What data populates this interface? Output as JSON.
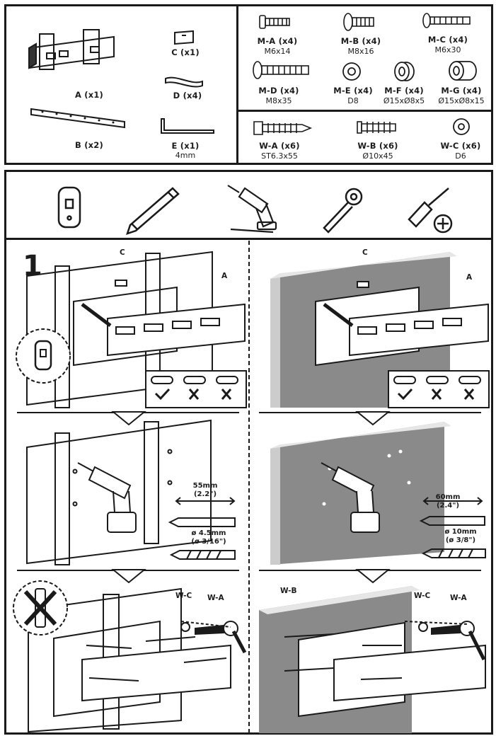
{
  "parts_left": [
    {
      "code": "A (x1)",
      "spec": ""
    },
    {
      "code": "C (x1)",
      "spec": ""
    },
    {
      "code": "D (x4)",
      "spec": ""
    },
    {
      "code": "B (x2)",
      "spec": ""
    },
    {
      "code": "E (x1)",
      "spec": "4mm"
    }
  ],
  "screws_top": [
    {
      "code": "M-A (x4)",
      "spec": "M6x14"
    },
    {
      "code": "M-B (x4)",
      "spec": "M8x16"
    },
    {
      "code": "M-C (x4)",
      "spec": "M6x30"
    },
    {
      "code": "M-D (x4)",
      "spec": "M8x35"
    },
    {
      "code": "M-E (x4)",
      "spec": "D8"
    },
    {
      "code": "M-F (x4)",
      "spec": "Ø15xØ8x5"
    },
    {
      "code": "M-G (x4)",
      "spec": "Ø15xØ8x15"
    }
  ],
  "screws_bottom": [
    {
      "code": "W-A (x6)",
      "spec": "ST6.3x55"
    },
    {
      "code": "W-B (x6)",
      "spec": "Ø10x45"
    },
    {
      "code": "W-C (x6)",
      "spec": "D6"
    }
  ],
  "tools": [
    "stud-finder-icon",
    "pencil-icon",
    "drill-icon",
    "socket-wrench-icon",
    "phillips-screwdriver-icon"
  ],
  "step": {
    "number": "1"
  },
  "labels": {
    "c": "C",
    "a": "A",
    "wc": "W-C",
    "wa": "W-A",
    "wb": "W-B"
  },
  "wood": {
    "spacing": "55mm",
    "spacing_in": "(2.2\")",
    "bit": "ø 4.5mm",
    "bit_in": "(ø 3/16\")"
  },
  "concrete": {
    "spacing": "60mm",
    "spacing_in": "(2.4\")",
    "bit": "ø 10mm",
    "bit_in": "(ø 3/8\")"
  }
}
